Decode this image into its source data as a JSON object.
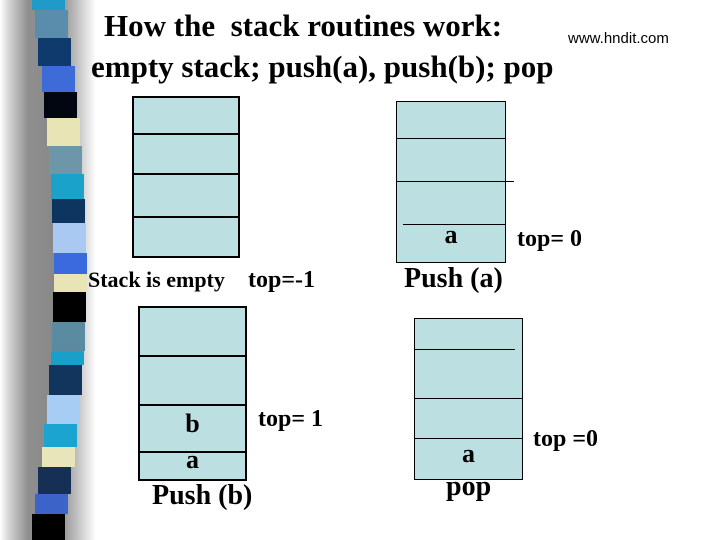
{
  "slide": {
    "title_line1": "How the  stack routines work:",
    "watermark": "www.hndit.com",
    "title_line2": "empty stack; push(a), push(b); pop"
  },
  "colors": {
    "cell_fill": "#bcdfe2",
    "line": "#000000",
    "text": "#000000",
    "rail_gray": "#878787"
  },
  "decoration": {
    "ribbon_blocks": [
      {
        "color": "#1f9ac9",
        "h": 10
      },
      {
        "color": "#5a8dac",
        "h": 28
      },
      {
        "color": "#0e3a6e",
        "h": 28
      },
      {
        "color": "#3d6cd8",
        "h": 26
      },
      {
        "color": "#010610",
        "h": 26
      },
      {
        "color": "#e8e4b6",
        "h": 28
      },
      {
        "color": "#6e96a9",
        "h": 28
      },
      {
        "color": "#1ba2cb",
        "h": 25
      },
      {
        "color": "#0d3560",
        "h": 24
      },
      {
        "color": "#a9c9f2",
        "h": 30
      },
      {
        "color": "#3b6ade",
        "h": 21
      },
      {
        "color": "#e8e4b6",
        "h": 18
      },
      {
        "color": "#000000",
        "h": 30
      },
      {
        "color": "#5b8ba0",
        "h": 29
      },
      {
        "color": "#18a0c8",
        "h": 14
      },
      {
        "color": "#12355e",
        "h": 30
      },
      {
        "color": "#a8cdf4",
        "h": 29
      },
      {
        "color": "#1ba4cf",
        "h": 23
      },
      {
        "color": "#e8e5bb",
        "h": 20
      },
      {
        "color": "#152f55",
        "h": 27
      },
      {
        "color": "#3b63c8",
        "h": 20
      },
      {
        "color": "#000000",
        "h": 26
      }
    ]
  },
  "stacks": [
    {
      "name": "empty-stack",
      "cells": [
        "",
        "",
        "",
        ""
      ],
      "caption": "Stack is empty",
      "pointer": "top=-1"
    },
    {
      "name": "after-push-a",
      "cells": [
        "",
        "",
        "",
        "a"
      ],
      "caption": "Push (a)",
      "pointer": "top= 0"
    },
    {
      "name": "after-push-b",
      "cells": [
        "",
        "",
        "b",
        "a"
      ],
      "caption": "Push (b)",
      "pointer": "top= 1"
    },
    {
      "name": "after-pop",
      "cells": [
        "",
        "",
        "",
        "a"
      ],
      "caption": "pop",
      "pointer": "top =0"
    }
  ]
}
